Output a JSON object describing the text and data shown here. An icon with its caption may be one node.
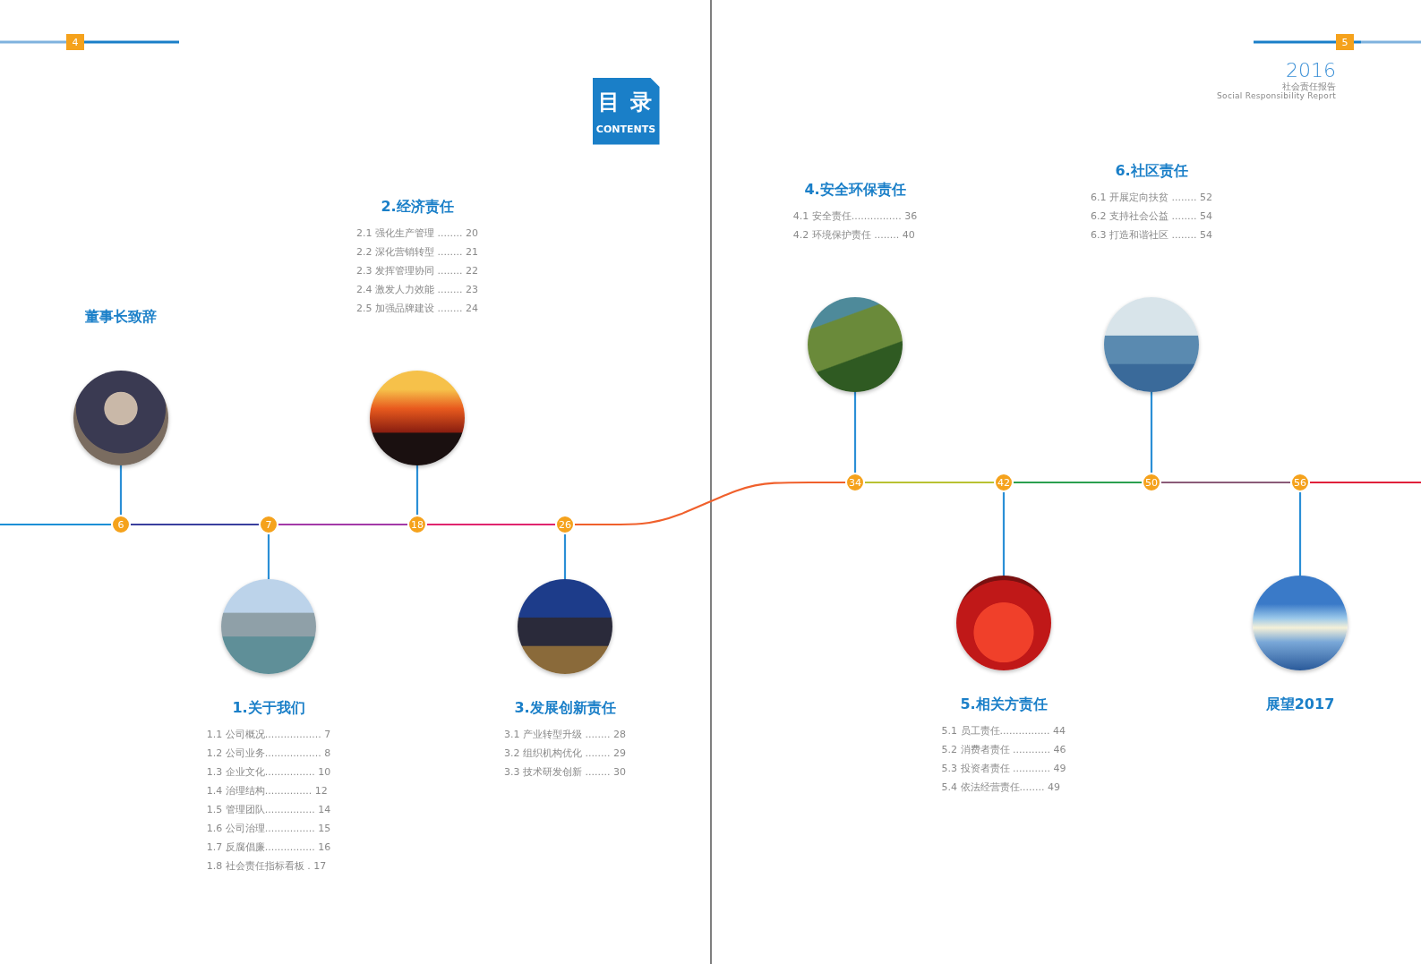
{
  "diagram": {
    "nodes": [
      {
        "text": [
          "4"
        ]
      },
      {
        "text": [
          "5"
        ]
      },
      {
        "text": [
          "目 录",
          "CONTENTS"
        ]
      },
      {
        "text": [],
        "shape": "picture",
        "beside": [
          "董事长致辞"
        ]
      },
      {
        "text": [],
        "shape": "picture",
        "beside": [
          "1.关于我们",
          "1.1 公司概况.................. 7",
          "1.2 公司业务.................. 8",
          "1.3 企业文化................ 10",
          "1.4 治理结构............... 12",
          "1.5 管理团队................ 14",
          "1.6 公司治理................ 15",
          "1.7 反腐倡廉................ 16",
          "1.8 社会责任指标看板 . 17"
        ]
      },
      {
        "text": [],
        "shape": "picture",
        "beside": [
          "2.经济责任",
          "2.1 强化生产管理 ........ 20",
          "2.2 深化营销转型 ........ 21",
          "2.3 发挥管理协同 ........ 22",
          "2.4 激发人力效能 ........ 23",
          "2.5 加强品牌建设 ........ 24"
        ]
      },
      {
        "text": [],
        "shape": "picture",
        "beside": [
          "3.发展创新责任",
          "3.1 产业转型升级 ........ 28",
          "3.2 组织机构优化 ........ 29",
          "3.3 技术研发创新 ........ 30"
        ]
      },
      {
        "text": [],
        "shape": "picture",
        "beside": [
          "4.安全环保责任",
          "4.1 安全责任................ 36",
          "4.2 环境保护责任 ........ 40"
        ]
      },
      {
        "text": [],
        "shape": "picture",
        "beside": [
          "5.相关方责任",
          "5.1 员工责任................ 44",
          "5.2 消费者责任 ............ 46",
          "5.3 投资者责任 ............ 49",
          "5.4 依法经营责任........ 49"
        ]
      },
      {
        "text": [],
        "shape": "picture",
        "beside": [
          "6.社区责任",
          "6.1 开展定向扶贫 ........ 52",
          "6.2 支持社会公益 ........ 54",
          "6.3 打造和谐社区 ........ 54"
        ]
      },
      {
        "text": [],
        "shape": "picture",
        "beside": [
          "展望2017"
        ]
      },
      {
        "text": [
          "6"
        ]
      },
      {
        "text": [
          "7"
        ]
      },
      {
        "text": [
          "18"
        ]
      },
      {
        "text": [
          "26"
        ]
      },
      {
        "text": [
          "34"
        ]
      },
      {
        "text": [
          "42"
        ]
      },
      {
        "text": [
          "50"
        ]
      },
      {
        "text": [
          "56"
        ]
      }
    ],
    "edges": [
      {
        "from": 3,
        "to": 11,
        "arrow": "none"
      },
      {
        "from": 4,
        "to": 12,
        "arrow": "none"
      },
      {
        "from": 5,
        "to": 13,
        "arrow": "none"
      },
      {
        "from": 6,
        "to": 14,
        "arrow": "none"
      },
      {
        "from": 7,
        "to": 15,
        "arrow": "none"
      },
      {
        "from": 8,
        "to": 16,
        "arrow": "none"
      },
      {
        "from": 9,
        "to": 17,
        "arrow": "none"
      },
      {
        "from": 10,
        "to": 18,
        "arrow": "none"
      },
      {
        "from": null,
        "to": 11,
        "arrow": "none",
        "color": "#1a8fd6"
      },
      {
        "from": 11,
        "to": 12,
        "arrow": "none",
        "color": "#3a3f9e"
      },
      {
        "from": 12,
        "to": 13,
        "arrow": "none",
        "color": "#a33aa8"
      },
      {
        "from": 13,
        "to": 14,
        "arrow": "none",
        "color": "#e0246e"
      },
      {
        "from": 14,
        "to": 15,
        "arrow": "none",
        "color": "#f0602c"
      },
      {
        "from": 15,
        "to": 16,
        "arrow": "none",
        "color": "#b9c232"
      },
      {
        "from": 16,
        "to": 17,
        "arrow": "none",
        "color": "#2aa050"
      },
      {
        "from": 17,
        "to": 18,
        "arrow": "none",
        "color": "#8a5a78"
      },
      {
        "from": 18,
        "to": null,
        "arrow": "none",
        "color": "#e0203a"
      }
    ],
    "labels": [
      "2016",
      "社会责任报告",
      "Social Responsibility Report"
    ]
  }
}
